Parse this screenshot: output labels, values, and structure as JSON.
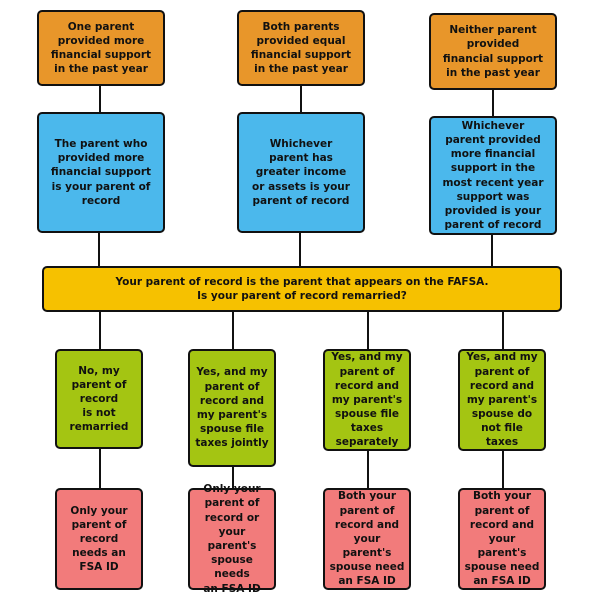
{
  "colors": {
    "orange": "#e8962a",
    "blue": "#4bb8ec",
    "yellow": "#f6c100",
    "green": "#a4c512",
    "red": "#f27b7b",
    "line": "#111111"
  },
  "support_situations": [
    {
      "text": "One parent\nprovided more\nfinancial support\nin the past year"
    },
    {
      "text": "Both parents\nprovided equal\nfinancial support\nin the past year"
    },
    {
      "text": "Neither parent\nprovided\nfinancial support\nin the past year"
    }
  ],
  "parent_of_record_rules": [
    {
      "text": "The parent who\nprovided more\nfinancial support\nis your parent of\nrecord"
    },
    {
      "text": "Whichever\nparent has\ngreater income\nor assets is your\nparent of record"
    },
    {
      "text": "Whichever\nparent provided\nmore financial\nsupport in the\nmost recent year\nsupport was\nprovided is your\nparent of record"
    }
  ],
  "question": {
    "text": "Your parent of record is the parent that appears on the FAFSA.\nIs your parent of record remarried?"
  },
  "answers": [
    {
      "text": "No, my\nparent of\nrecord\nis not\nremarried"
    },
    {
      "text": "Yes, and my\nparent of\nrecord and\nmy parent's\nspouse file\ntaxes jointly"
    },
    {
      "text": "Yes, and my\nparent of\nrecord and\nmy parent's\nspouse file\ntaxes\nseparately"
    },
    {
      "text": "Yes, and my\nparent of\nrecord and\nmy parent's\nspouse do\nnot file taxes"
    }
  ],
  "outcomes": [
    {
      "text": "Only your\nparent of\nrecord\nneeds an\nFSA ID"
    },
    {
      "text": "Only your\nparent of\nrecord or\nyour parent's\nspouse\nneeds\nan FSA ID"
    },
    {
      "text": "Both your\nparent of\nrecord and\nyour parent's\nspouse need\nan FSA ID"
    },
    {
      "text": "Both your\nparent of\nrecord and\nyour parent's\nspouse need\nan FSA ID"
    }
  ]
}
